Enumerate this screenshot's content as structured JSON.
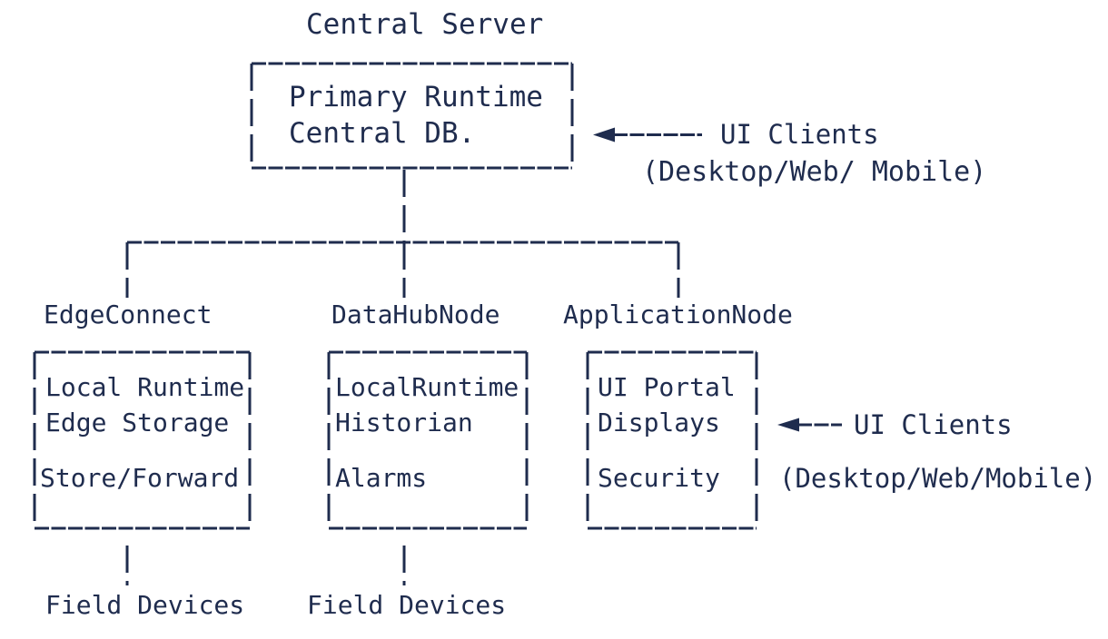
{
  "colors": {
    "ink": "#1f2c4e",
    "background": "#ffffff"
  },
  "central_server": {
    "title": "Central Server",
    "lines": [
      "Primary Runtime",
      "Central DB."
    ]
  },
  "top_clients": {
    "label": "UI Clients",
    "devices": "(Desktop/Web/ Mobile)"
  },
  "nodes": [
    {
      "title": "EdgeConnect",
      "lines": [
        "Local Runtime",
        "Edge Storage",
        "Store/Forward"
      ],
      "footer": "Field Devices"
    },
    {
      "title": "DataHubNode",
      "lines": [
        "LocalRuntime",
        "Historian",
        "Alarms"
      ],
      "footer": "Field Devices"
    },
    {
      "title": "ApplicationNode",
      "lines": [
        "UI Portal",
        "Displays",
        "Security"
      ]
    }
  ],
  "right_clients": {
    "label": "UI Clients",
    "devices": "(Desktop/Web/Mobile)"
  }
}
